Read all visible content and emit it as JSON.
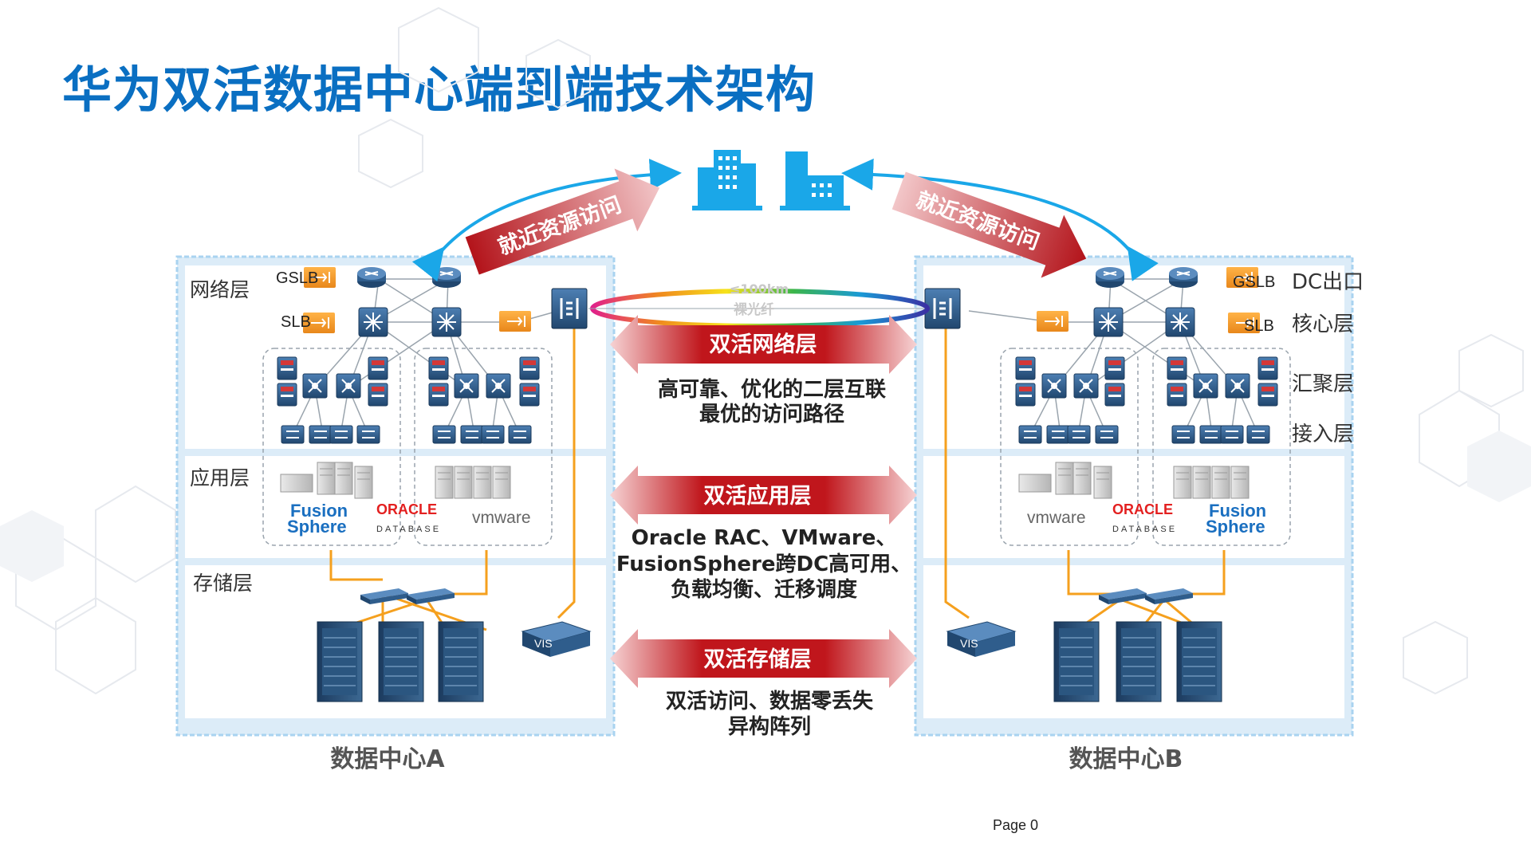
{
  "page": {
    "title": "华为双活数据中心端到端技术架构",
    "page_label": "Page 0"
  },
  "top": {
    "access_left": "就近资源访问",
    "access_right": "就近资源访问"
  },
  "fiber": {
    "distance": "≤100km",
    "label": "裸光纤"
  },
  "layers": {
    "network": "网络层",
    "application": "应用层",
    "storage": "存储层"
  },
  "dc_b_labels": {
    "exit": "DC出口",
    "core": "核心层",
    "aggregation": "汇聚层",
    "access": "接入层"
  },
  "devices": {
    "gslb": "GSLB",
    "slb": "SLB",
    "vis": "VIS"
  },
  "logos": {
    "fusion1": "Fusion",
    "fusion2": "Sphere",
    "oracle": "ORACLE",
    "oracle_sub": "DATABASE",
    "vmware": "vmware"
  },
  "center": {
    "network_title": "双活网络层",
    "network_desc1": "高可靠、优化的二层互联",
    "network_desc2": "最优的访问路径",
    "app_title": "双活应用层",
    "app_desc1": "Oracle RAC、VMware、",
    "app_desc2": "FusionSphere跨DC高可用、",
    "app_desc3": "负载均衡、迁移调度",
    "storage_title": "双活存储层",
    "storage_desc1": "双活访问、数据零丢失",
    "storage_desc2": "异构阵列"
  },
  "dc": {
    "a": "数据中心A",
    "b": "数据中心B"
  },
  "colors": {
    "title": "#0a6fc2",
    "panel_bg": "#dcecf8",
    "panel_border": "#a9d3f0",
    "arrow_red": "#c0161c",
    "link_orange": "#f5a01e",
    "device_blue": "#2f5d8c",
    "accent_cyan": "#1aa7e8"
  }
}
